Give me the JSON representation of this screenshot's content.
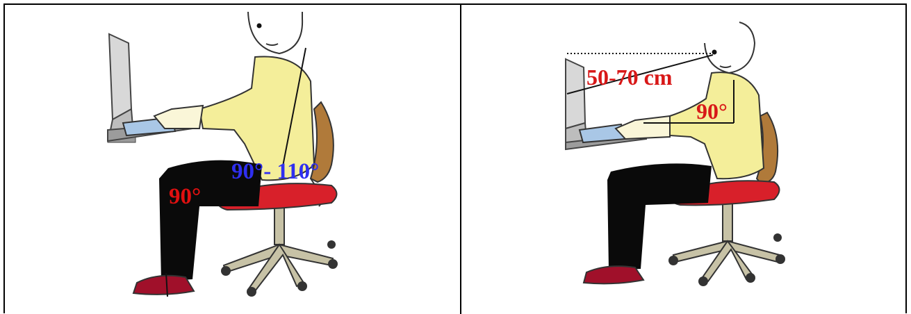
{
  "left_panel": {
    "seat_angle_label": "90°- 110°",
    "knee_angle_label": "90°",
    "colors": {
      "seat_angle": "#2f2ff0",
      "knee_angle": "#e01010"
    }
  },
  "right_panel": {
    "distance_label": "50-70 cm",
    "elbow_angle_label": "90°",
    "colors": {
      "distance": "#d81818",
      "elbow_angle": "#d81818"
    }
  },
  "palette": {
    "shirt": "#f4ee9a",
    "pants": "#0a0a0a",
    "shoe": "#a0102a",
    "cushion": "#d8202a",
    "chair_back": "#b07a3a",
    "chair_frame": "#c7c2a6",
    "keyboard": "#a9c7e6",
    "monitor": "#cfcfcf"
  }
}
